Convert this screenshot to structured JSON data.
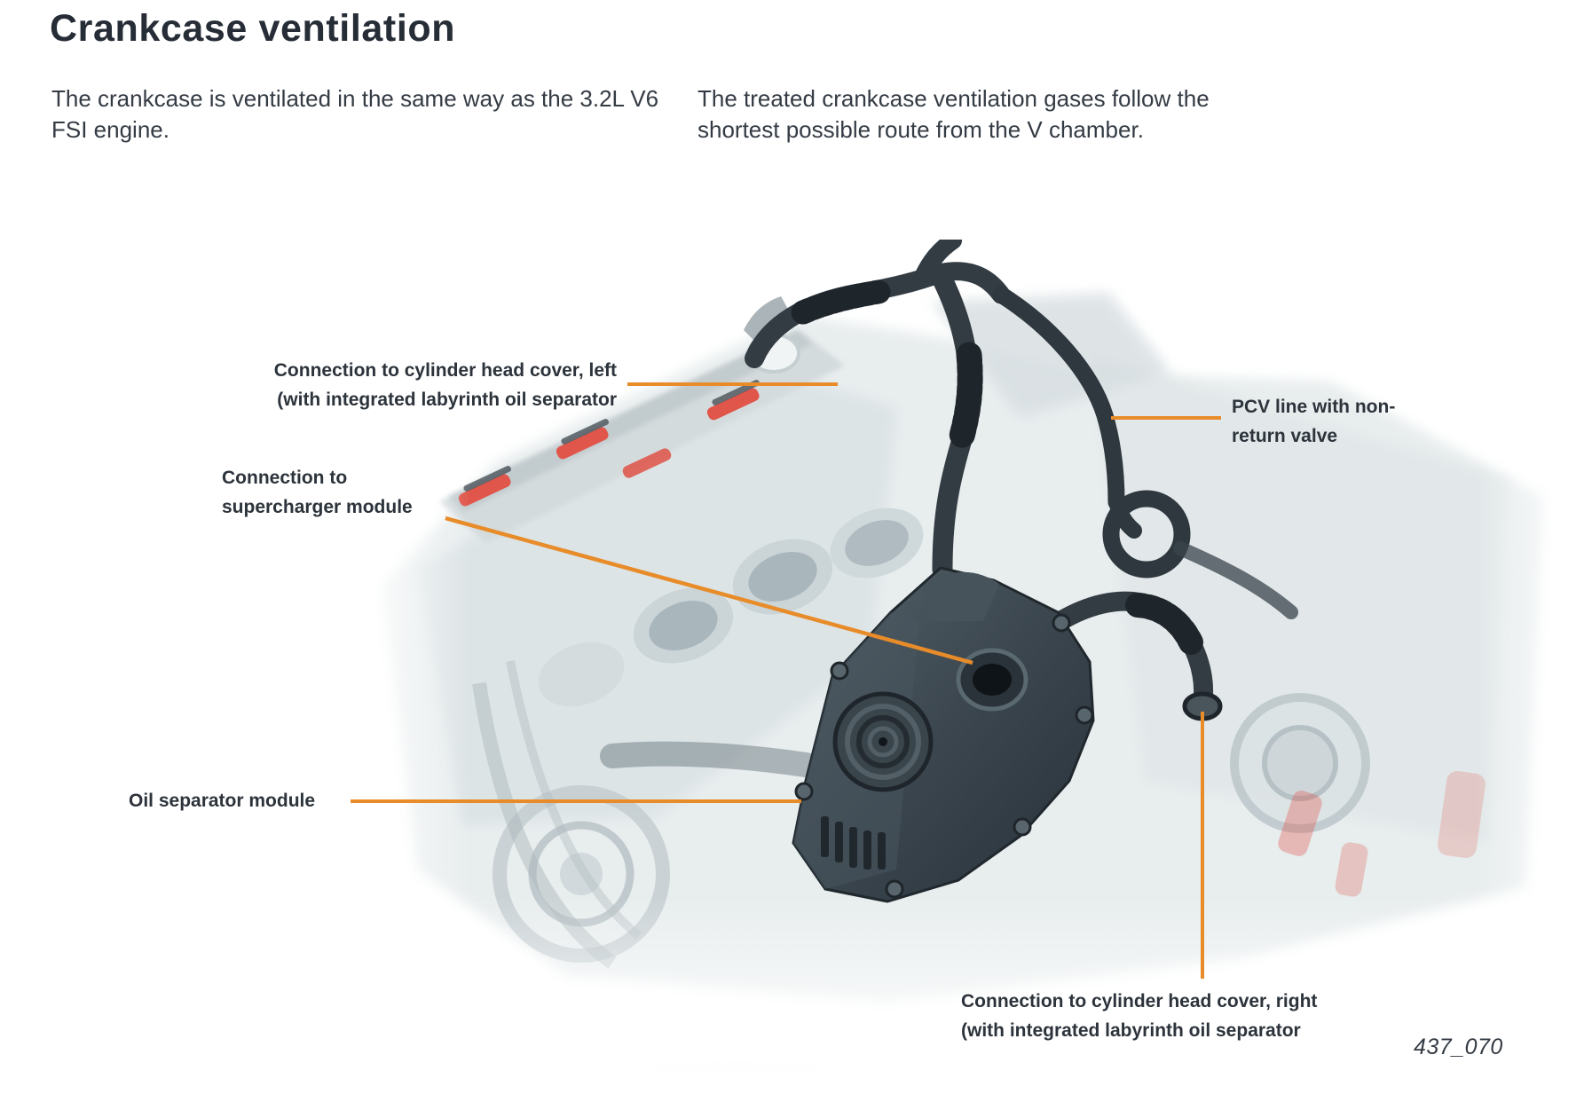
{
  "page": {
    "title": "Crankcase ventilation",
    "intro_left": "The crankcase is ventilated in the same way as the 3.2L V6 FSI engine.",
    "intro_right": "The treated crankcase ventilation gases follow the shortest possible route from the V chamber.",
    "figure_ref": "437_070"
  },
  "figure": {
    "callouts": [
      {
        "id": "cyl-head-cover-left",
        "line1": "Connection to cylinder head cover, left",
        "line2": "(with integrated labyrinth oil separator"
      },
      {
        "id": "supercharger-module",
        "line1": "Connection to",
        "line2": "supercharger module"
      },
      {
        "id": "pcv-line",
        "line1": "PCV line with non-",
        "line2": "return valve"
      },
      {
        "id": "oil-separator-module",
        "line1": "Oil separator module",
        "line2": ""
      },
      {
        "id": "cyl-head-cover-right",
        "line1": "Connection to cylinder head cover, right",
        "line2": "(with integrated labyrinth oil separator"
      }
    ]
  },
  "colors": {
    "accent": "#E88C2A",
    "heading_text": "#262D36",
    "body_text": "#343B44",
    "label_text": "#2C333B",
    "engine_dark": "#333C43",
    "engine_mid": "#55636B",
    "engine_light": "#DFE5E7",
    "engine_red": "#E0564B"
  }
}
